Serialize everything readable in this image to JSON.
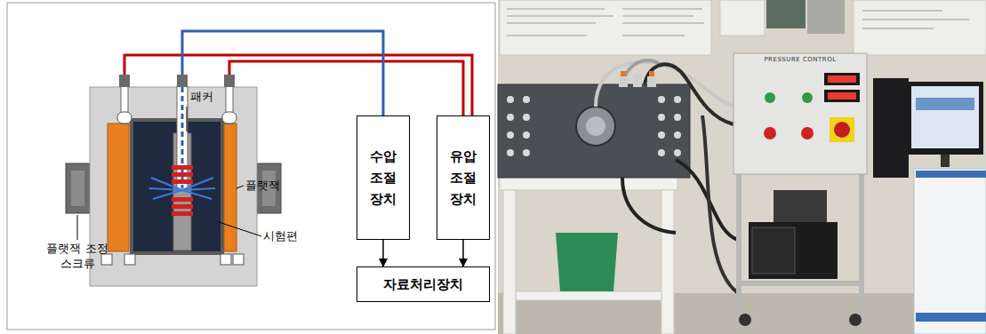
{
  "diagram": {
    "nodes": [
      {
        "text": [
          "수압 조절 장치"
        ]
      },
      {
        "text": [
          "유압 조절 장치"
        ]
      },
      {
        "text": [
          "자료처리장치"
        ]
      }
    ],
    "edges": [
      {
        "from": 0,
        "to": 2,
        "arrow": "to"
      },
      {
        "from": 1,
        "to": 2,
        "arrow": "to"
      }
    ],
    "labels": [
      "패커",
      "플랫잭",
      "시험편",
      "플랫잭 조정스크류",
      "PRESSURE CONTROL"
    ]
  }
}
